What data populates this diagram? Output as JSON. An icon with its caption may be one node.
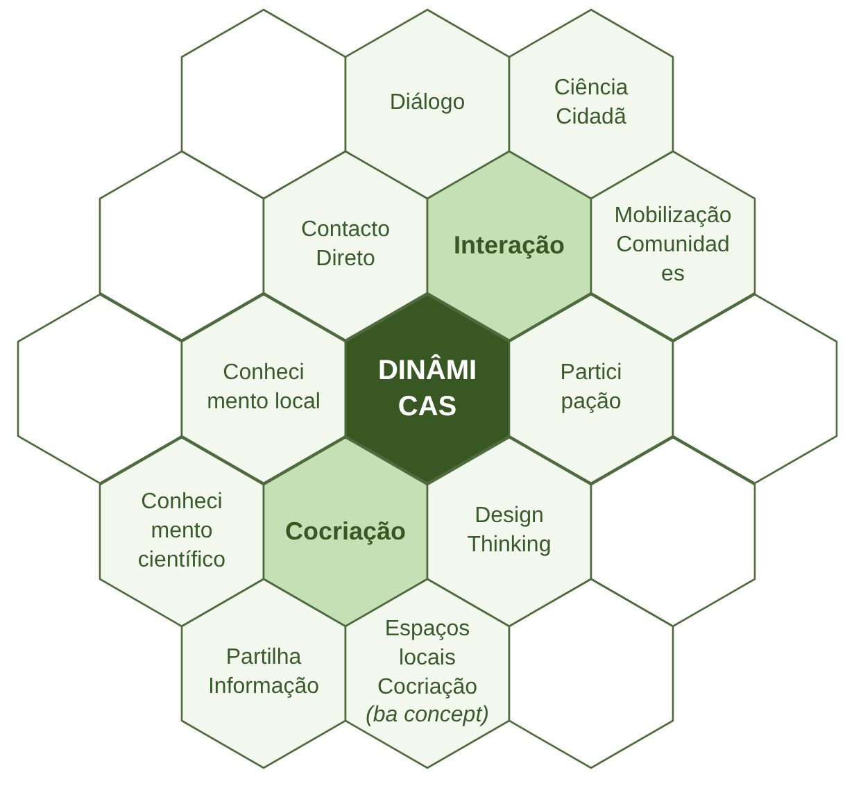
{
  "diagram": {
    "nodes": [
      {
        "text": [],
        "shape": "hexagon"
      },
      {
        "text": [
          "Diálogo"
        ]
      },
      {
        "text": [
          "Ciência Cidadã"
        ]
      },
      {
        "text": [],
        "shape": "hexagon"
      },
      {
        "text": [
          "Contacto Direto"
        ]
      },
      {
        "text": [
          "Interação"
        ]
      },
      {
        "text": [
          "Mobilização Comunidad es"
        ]
      },
      {
        "text": [],
        "shape": "hexagon"
      },
      {
        "text": [
          "Conheci mento local"
        ]
      },
      {
        "text": [
          "DINÂMI CAS"
        ]
      },
      {
        "text": [
          "Partici pação"
        ]
      },
      {
        "text": [],
        "shape": "hexagon"
      },
      {
        "text": [
          "Conheci mento científico"
        ]
      },
      {
        "text": [
          "Cocriação"
        ]
      },
      {
        "text": [
          "Design Thinking"
        ]
      },
      {
        "text": [],
        "shape": "hexagon"
      },
      {
        "text": [
          "Partilha Informação"
        ]
      },
      {
        "text": [
          "Espaços locais Cocriação *(ba concept)*"
        ]
      },
      {
        "text": [],
        "shape": "hexagon"
      }
    ]
  }
}
